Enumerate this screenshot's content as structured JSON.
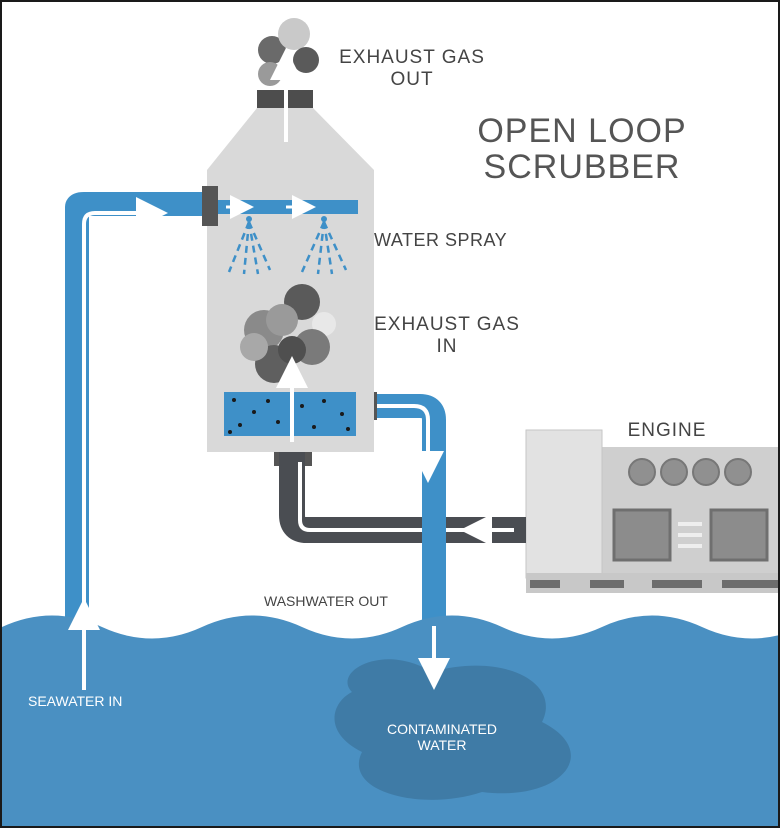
{
  "diagram": {
    "title_line1": "OPEN LOOP",
    "title_line2": "SCRUBBER",
    "labels": {
      "exhaust_gas_out_line1": "EXHAUST GAS",
      "exhaust_gas_out_line2": "OUT",
      "water_spray": "WATER SPRAY",
      "exhaust_gas_in_line1": "EXHAUST GAS",
      "exhaust_gas_in_line2": "IN",
      "engine": "ENGINE",
      "washwater_out": "WASHWATER OUT",
      "seawater_in": "SEAWATER IN",
      "contaminated_water_line1": "CONTAMINATED",
      "contaminated_water_line2": "WATER"
    }
  },
  "colors": {
    "sea": "#4a90c2",
    "pipe_water": "#3e90c8",
    "pipe_exhaust": "#4a4d52",
    "scrubber_body": "#d9d9d9",
    "engine_body": "#cfcfcf",
    "smoke_dark": "#5a5a5a",
    "contamination": "#3f7ba6"
  },
  "icons": [
    "arrow-icon",
    "smoke-icon",
    "spray-nozzle-icon",
    "engine-icon",
    "wave-icon"
  ]
}
